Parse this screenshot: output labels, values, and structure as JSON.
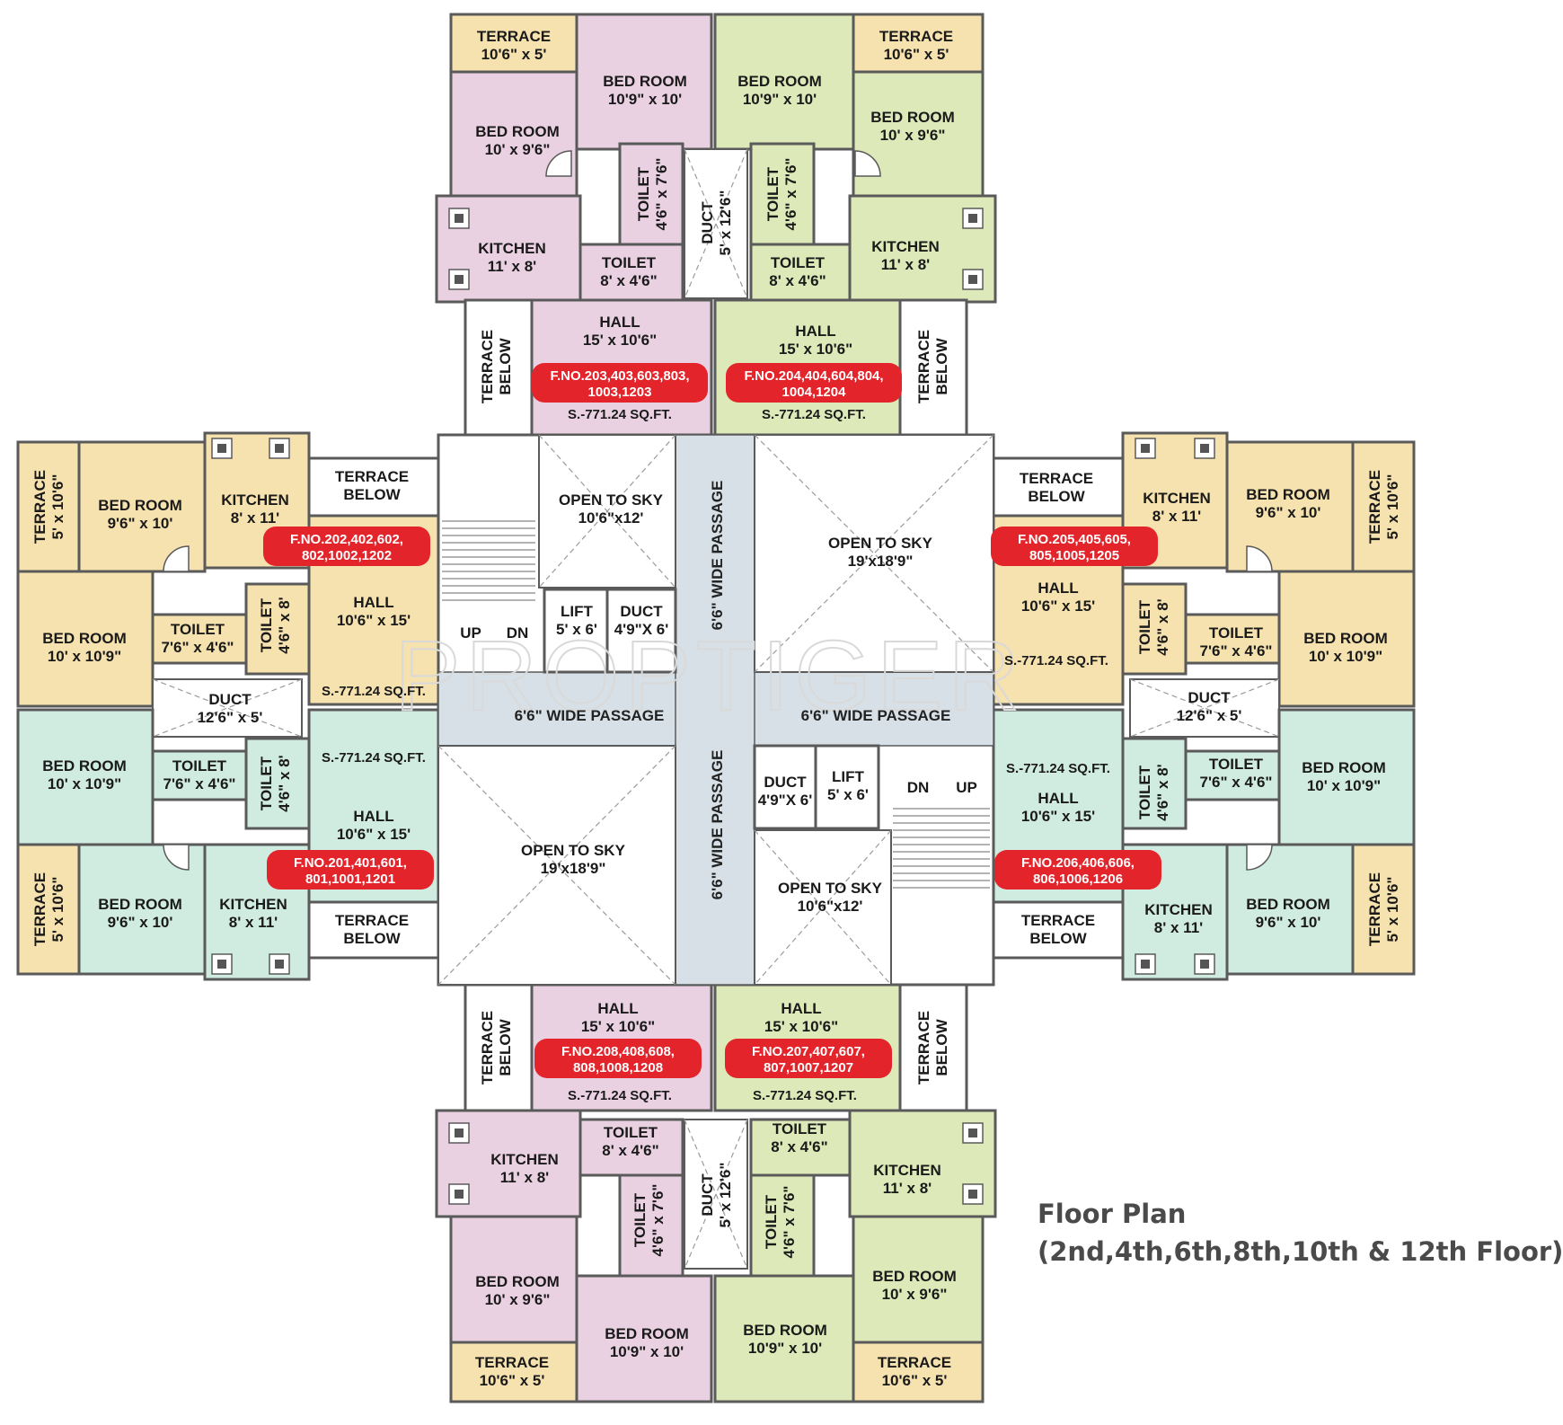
{
  "caption": {
    "title": "Floor Plan",
    "subtitle": "(2nd,4th,6th,8th,10th & 12th Floor)"
  },
  "watermark": "PROPTIGER",
  "colors": {
    "pink": "#ead1e2",
    "green": "#dde9b8",
    "beige": "#f6e2ae",
    "teal": "#d0ebe0",
    "passage": "#d6e0e6",
    "badge": "#e3242b",
    "wall": "#5a5a5a"
  },
  "core": {
    "passage_h_left": "6'6\" WIDE PASSAGE",
    "passage_h_right": "6'6\" WIDE PASSAGE",
    "passage_v_top": "6'6\" WIDE PASSAGE",
    "passage_v_bottom": "6'6\" WIDE PASSAGE",
    "open_sky_tl": [
      "OPEN TO SKY",
      "10'6\"x12'"
    ],
    "open_sky_tr": [
      "OPEN TO SKY",
      "19'x18'9\""
    ],
    "open_sky_bl": [
      "OPEN TO SKY",
      "19'x18'9\""
    ],
    "open_sky_br": [
      "OPEN TO SKY",
      "10'6\"x12'"
    ],
    "lift_top": [
      "LIFT",
      "5' x 6'"
    ],
    "duct_top": [
      "DUCT",
      "4'9\"X 6'"
    ],
    "lift_bottom": [
      "LIFT",
      "5' x 6'"
    ],
    "duct_bottom": [
      "DUCT",
      "4'9\"X 6'"
    ],
    "stair_top": [
      "UP",
      "DN"
    ],
    "stair_bottom": [
      "DN",
      "UP"
    ]
  },
  "flats": {
    "f203": "F.NO.203,403,603,803, 1003,1203",
    "f204": "F.NO.204,404,604,804, 1004,1204",
    "f202": "F.NO.202,402,602, 802,1002,1202",
    "f205": "F.NO.205,405,605, 805,1005,1205",
    "f201": "F.NO.201,401,601, 801,1001,1201",
    "f206": "F.NO.206,406,606, 806,1006,1206",
    "f208": "F.NO.208,408,608, 808,1008,1208",
    "f207": "F.NO.207,407,607, 807,1007,1207",
    "area": "S.-771.24 SQ.FT."
  },
  "rooms": {
    "terrace_top_l": [
      "TERRACE",
      "10'6\" x 5'"
    ],
    "terrace_top_r": [
      "TERRACE",
      "10'6\" x 5'"
    ],
    "bed_top_l_big": [
      "BED ROOM",
      "10'9\" x 10'"
    ],
    "bed_top_r_big": [
      "BED ROOM",
      "10'9\" x 10'"
    ],
    "bed_top_l_small": [
      "BED ROOM",
      "10' x 9'6\""
    ],
    "bed_top_r_small": [
      "BED ROOM",
      "10' x 9'6\""
    ],
    "toilet_top_l_v": [
      "TOILET",
      "4'6\" x 7'6\""
    ],
    "toilet_top_r_v": [
      "TOILET",
      "4'6\" x 7'6\""
    ],
    "duct_top_mid": [
      "DUCT",
      "5' x 12'6\""
    ],
    "kitchen_top_l": [
      "KITCHEN",
      "11' x 8'"
    ],
    "kitchen_top_r": [
      "KITCHEN",
      "11' x 8'"
    ],
    "toilet_top_l_h": [
      "TOILET",
      "8' x 4'6\""
    ],
    "toilet_top_r_h": [
      "TOILET",
      "8' x 4'6\""
    ],
    "hall_top_l": [
      "HALL",
      "15' x 10'6\""
    ],
    "hall_top_r": [
      "HALL",
      "15' x 10'6\""
    ],
    "terrace_below": [
      "TERRACE",
      "BELOW"
    ],
    "terrace_left_top": [
      "TERRACE",
      "5' x 10'6\""
    ],
    "bed_left_top": [
      "BED ROOM",
      "9'6\" x 10'"
    ],
    "kitchen_left_top": [
      "KITCHEN",
      "8' x 11'"
    ],
    "bed_left_mid_top": [
      "BED ROOM",
      "10' x 10'9\""
    ],
    "toilet_left_h_top": [
      "TOILET",
      "7'6\" x 4'6\""
    ],
    "toilet_left_v_top": [
      "TOILET",
      "4'6\" x 8'"
    ],
    "hall_left_top": [
      "HALL",
      "10'6\" x 15'"
    ],
    "duct_left": [
      "DUCT",
      "12'6\" x 5'"
    ],
    "bed_left_mid_bot": [
      "BED ROOM",
      "10' x 10'9\""
    ],
    "toilet_left_h_bot": [
      "TOILET",
      "7'6\" x 4'6\""
    ],
    "toilet_left_v_bot": [
      "TOILET",
      "4'6\" x 8'"
    ],
    "hall_left_bot": [
      "HALL",
      "10'6\" x 15'"
    ],
    "terrace_left_bot": [
      "TERRACE",
      "5' x 10'6\""
    ],
    "bed_left_bot": [
      "BED ROOM",
      "9'6\" x 10'"
    ],
    "kitchen_left_bot": [
      "KITCHEN",
      "8' x 11'"
    ],
    "kitchen_right_top": [
      "KITCHEN",
      "8' x 11'"
    ],
    "bed_right_top": [
      "BED ROOM",
      "9'6\" x 10'"
    ],
    "terrace_right_top": [
      "TERRACE",
      "5' x 10'6\""
    ],
    "hall_right_top": [
      "HALL",
      "10'6\" x 15'"
    ],
    "toilet_right_v_top": [
      "TOILET",
      "4'6\" x 8'"
    ],
    "toilet_right_h_top": [
      "TOILET",
      "7'6\" x 4'6\""
    ],
    "bed_right_mid_top": [
      "BED ROOM",
      "10' x 10'9\""
    ],
    "duct_right": [
      "DUCT",
      "12'6\" x 5'"
    ],
    "hall_right_bot": [
      "HALL",
      "10'6\" x 15'"
    ],
    "toilet_right_v_bot": [
      "TOILET",
      "4'6\" x 8'"
    ],
    "toilet_right_h_bot": [
      "TOILET",
      "7'6\" x 4'6\""
    ],
    "bed_right_mid_bot": [
      "BED ROOM",
      "10' x 10'9\""
    ],
    "kitchen_right_bot": [
      "KITCHEN",
      "8' x 11'"
    ],
    "bed_right_bot": [
      "BED ROOM",
      "9'6\" x 10'"
    ],
    "terrace_right_bot": [
      "TERRACE",
      "5' x 10'6\""
    ],
    "hall_bot_l": [
      "HALL",
      "15' x 10'6\""
    ],
    "hall_bot_r": [
      "HALL",
      "15' x 10'6\""
    ],
    "kitchen_bot_l": [
      "KITCHEN",
      "11' x 8'"
    ],
    "kitchen_bot_r": [
      "KITCHEN",
      "11' x 8'"
    ],
    "toilet_bot_l_h": [
      "TOILET",
      "8' x 4'6\""
    ],
    "toilet_bot_r_h": [
      "TOILET",
      "8' x 4'6\""
    ],
    "toilet_bot_l_v": [
      "TOILET",
      "4'6\" x 7'6\""
    ],
    "toilet_bot_r_v": [
      "TOILET",
      "4'6\" x 7'6\""
    ],
    "duct_bot_mid": [
      "DUCT",
      "5' x 12'6\""
    ],
    "bed_bot_l_small": [
      "BED ROOM",
      "10' x 9'6\""
    ],
    "bed_bot_r_small": [
      "BED ROOM",
      "10' x 9'6\""
    ],
    "bed_bot_l_big": [
      "BED ROOM",
      "10'9\" x 10'"
    ],
    "bed_bot_r_big": [
      "BED ROOM",
      "10'9\" x 10'"
    ],
    "terrace_bot_l": [
      "TERRACE",
      "10'6\" x 5'"
    ],
    "terrace_bot_r": [
      "TERRACE",
      "10'6\" x 5'"
    ]
  }
}
